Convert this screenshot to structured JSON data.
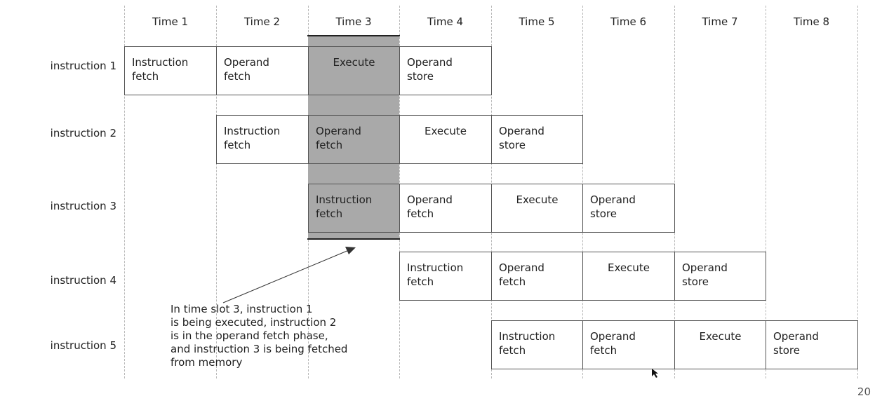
{
  "times": [
    "Time 1",
    "Time 2",
    "Time 3",
    "Time 4",
    "Time 5",
    "Time 6",
    "Time 7",
    "Time 8"
  ],
  "instructions": [
    {
      "label": "instruction 1",
      "start": 0,
      "stages": [
        "Instruction\nfetch",
        "Operand\nfetch",
        "Execute",
        "Operand\nstore"
      ]
    },
    {
      "label": "instruction 2",
      "start": 1,
      "stages": [
        "Instruction\nfetch",
        "Operand\nfetch",
        "Execute",
        "Operand\nstore"
      ]
    },
    {
      "label": "instruction 3",
      "start": 2,
      "stages": [
        "Instruction\nfetch",
        "Operand\nfetch",
        "Execute",
        "Operand\nstore"
      ]
    },
    {
      "label": "instruction 4",
      "start": 3,
      "stages": [
        "Instruction\nfetch",
        "Operand\nfetch",
        "Execute",
        "Operand\nstore"
      ]
    },
    {
      "label": "instruction 5",
      "start": 4,
      "stages": [
        "Instruction\nfetch",
        "Operand\nfetch",
        "Execute",
        "Operand\nstore"
      ]
    }
  ],
  "highlighted_slot": 3,
  "note": "In time slot 3, instruction 1\nis being executed, instruction 2\nis in the operand fetch phase,\nand instruction 3 is being fetched\nfrom memory",
  "page_number": "20",
  "colors": {
    "highlight": "#a9a9a9",
    "border": "#555555",
    "gridline": "#b8b8b8"
  }
}
